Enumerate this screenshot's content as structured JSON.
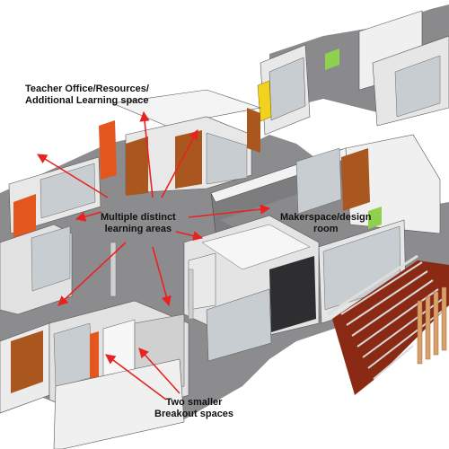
{
  "annotations": {
    "teacher_office": {
      "line1": "Teacher Office/Resources/",
      "line2": "Additional Learning space"
    },
    "learning_areas": {
      "line1": "Multiple distinct",
      "line2": "learning areas"
    },
    "makerspace": {
      "line1": "Makerspace/design",
      "line2": "room"
    },
    "breakout": {
      "line1": "Two smaller",
      "line2": "Breakout spaces"
    }
  },
  "colors": {
    "arrow": "#e8231f",
    "floor": "#8c8c8e",
    "wall": "#efefef",
    "timber": "#a9561f",
    "accent_orange": "#e3571e",
    "glass": "#c7cdd1",
    "stair": "#8b2a14",
    "yellow_unit": "#f2d21e",
    "green_panel": "#8fd14f"
  }
}
